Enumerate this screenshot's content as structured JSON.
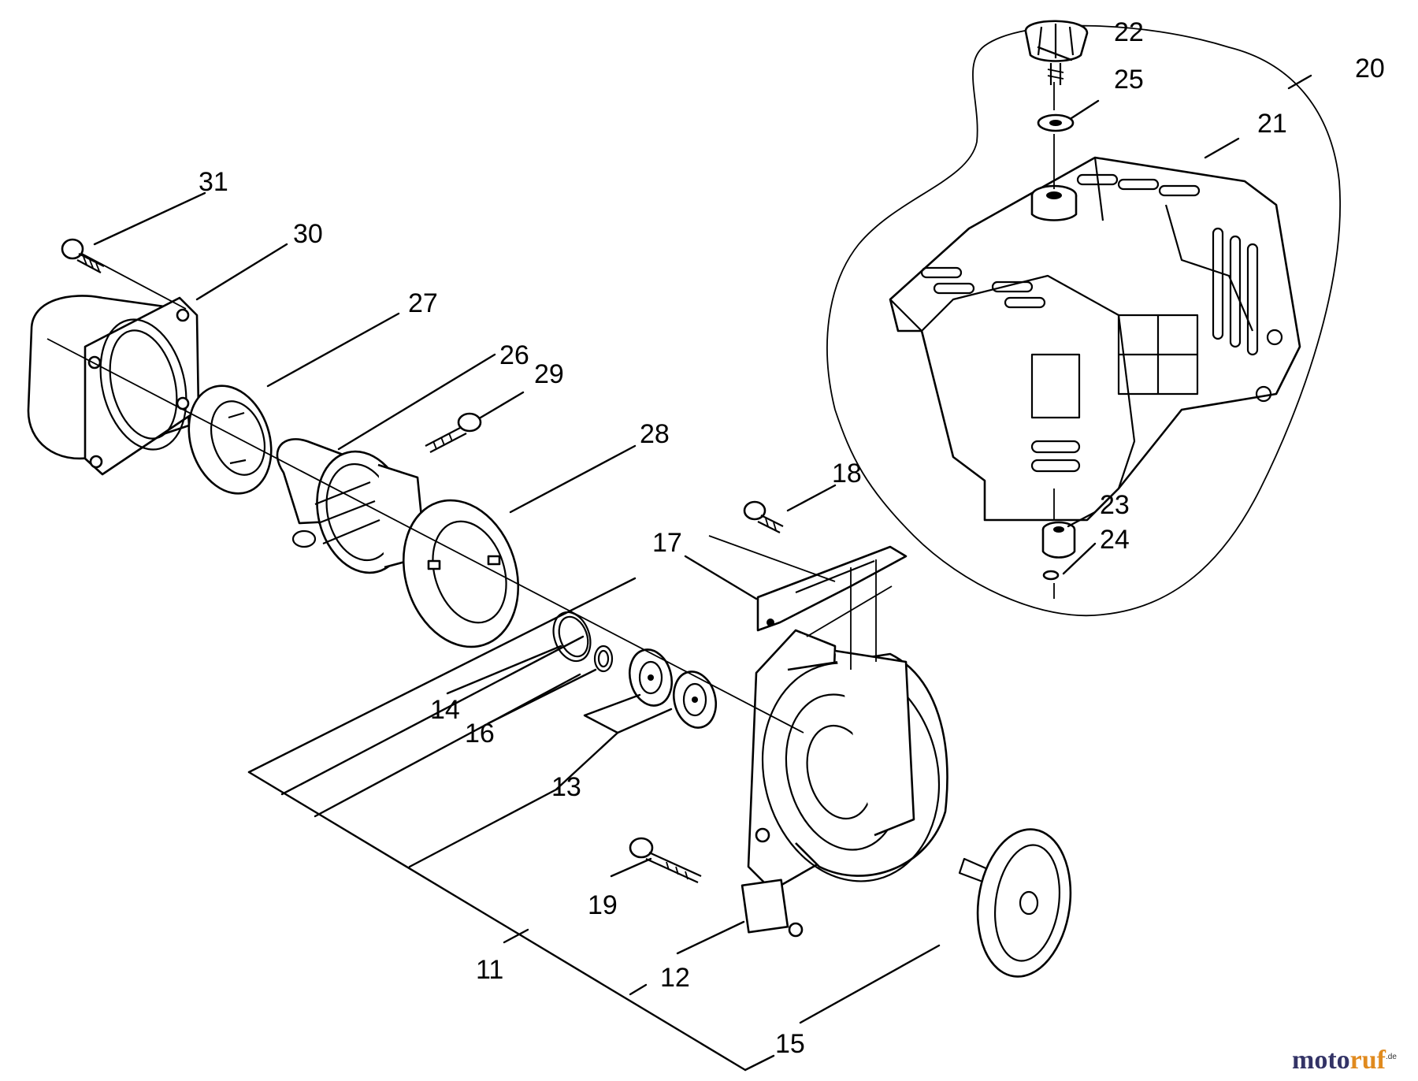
{
  "diagram": {
    "labels": [
      "31",
      "30",
      "27",
      "26",
      "29",
      "28",
      "22",
      "25",
      "20",
      "21",
      "23",
      "24",
      "18",
      "17",
      "14",
      "16",
      "13",
      "19",
      "11",
      "12",
      "15"
    ],
    "watermark": {
      "part_a": "moto",
      "part_b": "ruf",
      "suffix": ".de"
    }
  }
}
